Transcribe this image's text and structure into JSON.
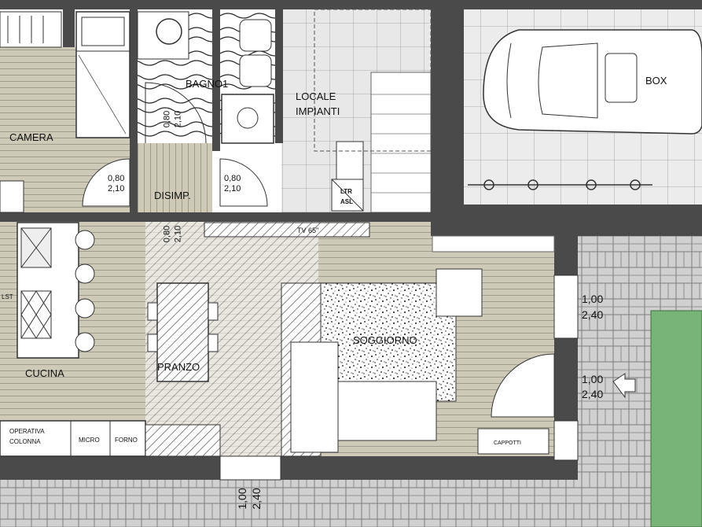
{
  "rooms": {
    "camera": "CAMERA",
    "bagno": "BAGNO1",
    "locale_line1": "LOCALE",
    "locale_line2": "IMPIANTI",
    "disimp": "DISIMP.",
    "box": "BOX",
    "cucina": "CUCINA",
    "pranzo": "PRANZO",
    "soggiorno": "SOGGIORNO"
  },
  "doors": {
    "camera": [
      "0,80",
      "2,10"
    ],
    "disimp_right": [
      "0,80",
      "2,10"
    ],
    "bagno": [
      "0,80",
      "2,10"
    ],
    "disimp_bottom": [
      "0,80",
      "2,10"
    ],
    "window_right_top": [
      "1,00",
      "2,40"
    ],
    "entrance": [
      "1,00",
      "2,40"
    ],
    "window_bottom": [
      "1,00",
      "2,40"
    ]
  },
  "fixtures": {
    "ltr": "LTR",
    "asl": "ASL",
    "tv": "TV 65\"",
    "lst": "LST",
    "operativa_line1": "OPERATIVA",
    "operativa_line2": "COLONNA",
    "micro": "MICRO",
    "forno": "FORNO",
    "cappotti": "CAPPOTTI"
  },
  "colors": {
    "wall": "#4a4a4a",
    "floor_wood": "#cdc8b6",
    "tile": "#e6e6e6",
    "garden": "#78b377",
    "paving": "#cfcfcf"
  }
}
